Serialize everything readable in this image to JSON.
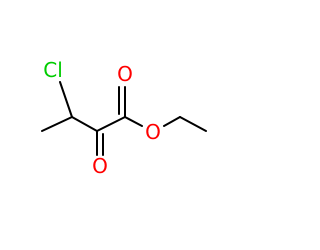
{
  "molecule": {
    "atoms": {
      "chlorine": {
        "label": "Cl",
        "color": "#00cc00"
      },
      "ketone_oxygen": {
        "label": "O",
        "color": "#ff0000"
      },
      "carbonyl_oxygen": {
        "label": "O",
        "color": "#ff0000"
      },
      "ester_oxygen": {
        "label": "O",
        "color": "#ff0000"
      }
    },
    "bond_color": "#000000",
    "background": "#ffffff"
  }
}
